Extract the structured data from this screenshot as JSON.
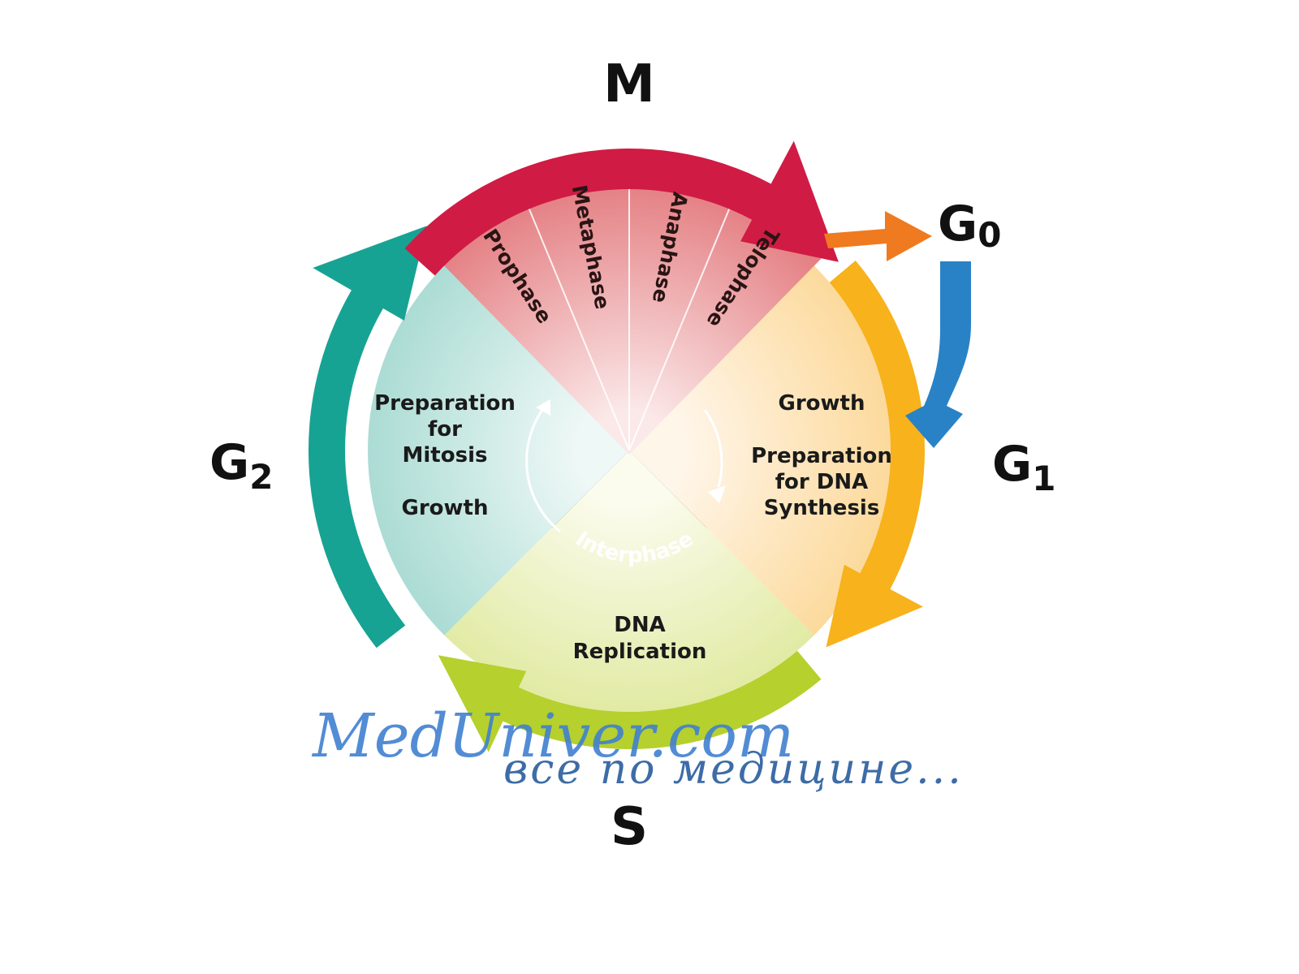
{
  "phases": {
    "m": "M",
    "g0": {
      "main": "G",
      "sub": "0"
    },
    "g1": {
      "main": "G",
      "sub": "1"
    },
    "g2": {
      "main": "G",
      "sub": "2"
    },
    "s": "S"
  },
  "mitosis_stages": [
    "Prophase",
    "Metaphase",
    "Anaphase",
    "Telophase"
  ],
  "g1_sector": {
    "line1": "Growth",
    "line2": "Preparation",
    "line3": "for DNA",
    "line4": "Synthesis"
  },
  "g2_sector": {
    "line1": "Preparation",
    "line2": "for",
    "line3": "Mitosis",
    "line4": "Growth"
  },
  "s_sector": {
    "line1": "DNA",
    "line2": "Replication"
  },
  "center_label": "Interphase",
  "watermark": {
    "site": "MedUniver.com",
    "tagline": "все по медицине..."
  },
  "colors": {
    "m_arrow": "#d01b45",
    "m_sector": "#ec8e8e",
    "g0_arrow": "#f07a1f",
    "g0_return_arrow": "#2a82c6",
    "g1_arrow": "#f7b21c",
    "g1_sector": "#fde6bf",
    "s_arrow": "#b6d02e",
    "s_sector": "#eef3c4",
    "g2_arrow": "#17a393",
    "g2_sector": "#c6e8e3",
    "center_disc": "#3b3b3b"
  }
}
